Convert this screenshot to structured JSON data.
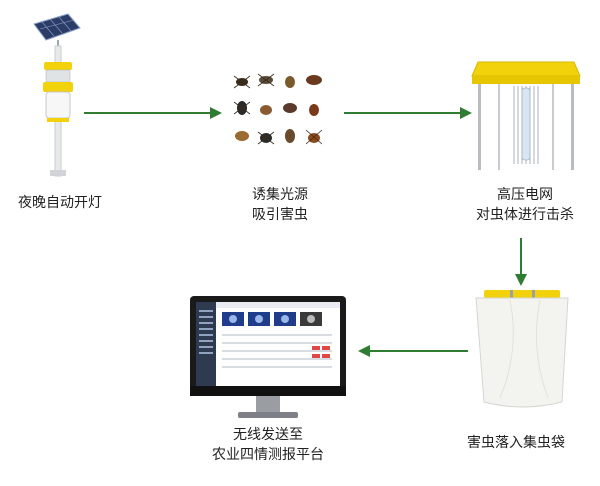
{
  "steps": {
    "night_on": "夜晚自动开灯",
    "lure_line1": "诱集光源",
    "lure_line2": "吸引害虫",
    "grid_line1": "高压电网",
    "grid_line2": "对虫体进行击杀",
    "bag": "害虫落入集虫袋",
    "send_line1": "无线发送至",
    "send_line2": "农业四情测报平台"
  },
  "colors": {
    "arrow": "#2f7d32",
    "lamp_yellow": "#f2d20b",
    "pole": "#e7e9ec",
    "monitor": "#1a1a1a",
    "bag": "#f3f3f0"
  }
}
